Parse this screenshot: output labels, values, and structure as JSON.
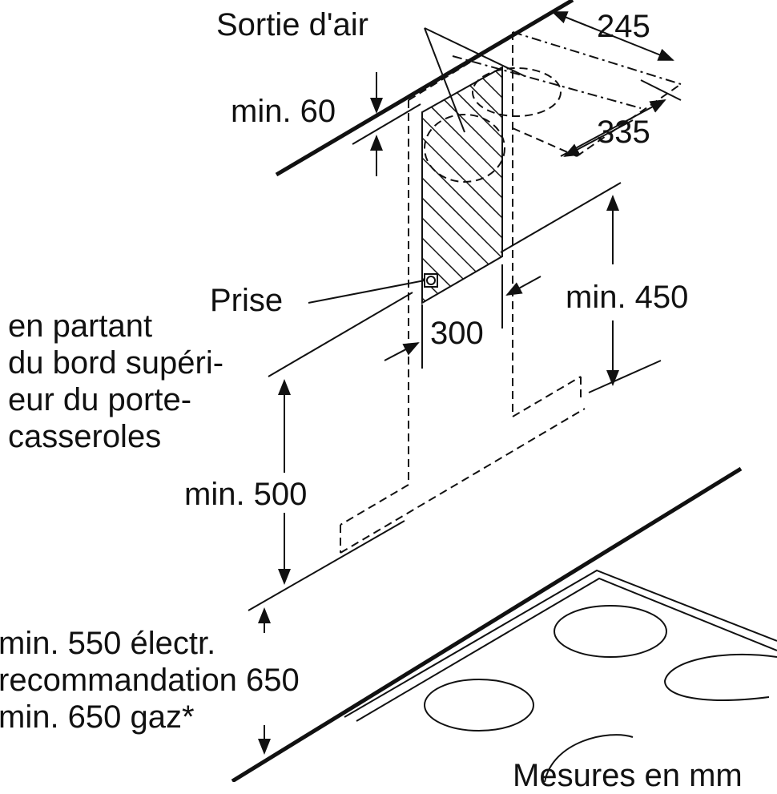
{
  "labels": {
    "air_outlet": "Sortie d'air",
    "min60": "min. 60",
    "d245": "245",
    "d335": "335",
    "socket": "Prise",
    "min450": "min. 450",
    "d300": "300",
    "edge_note": [
      "en partant",
      "du bord supéri-",
      "eur du porte-",
      "casseroles"
    ],
    "min500": "min. 500",
    "clearance": [
      "min. 550 électr.",
      "recommandation 650",
      "min. 650 gaz*"
    ],
    "units": "Mesures en mm"
  }
}
